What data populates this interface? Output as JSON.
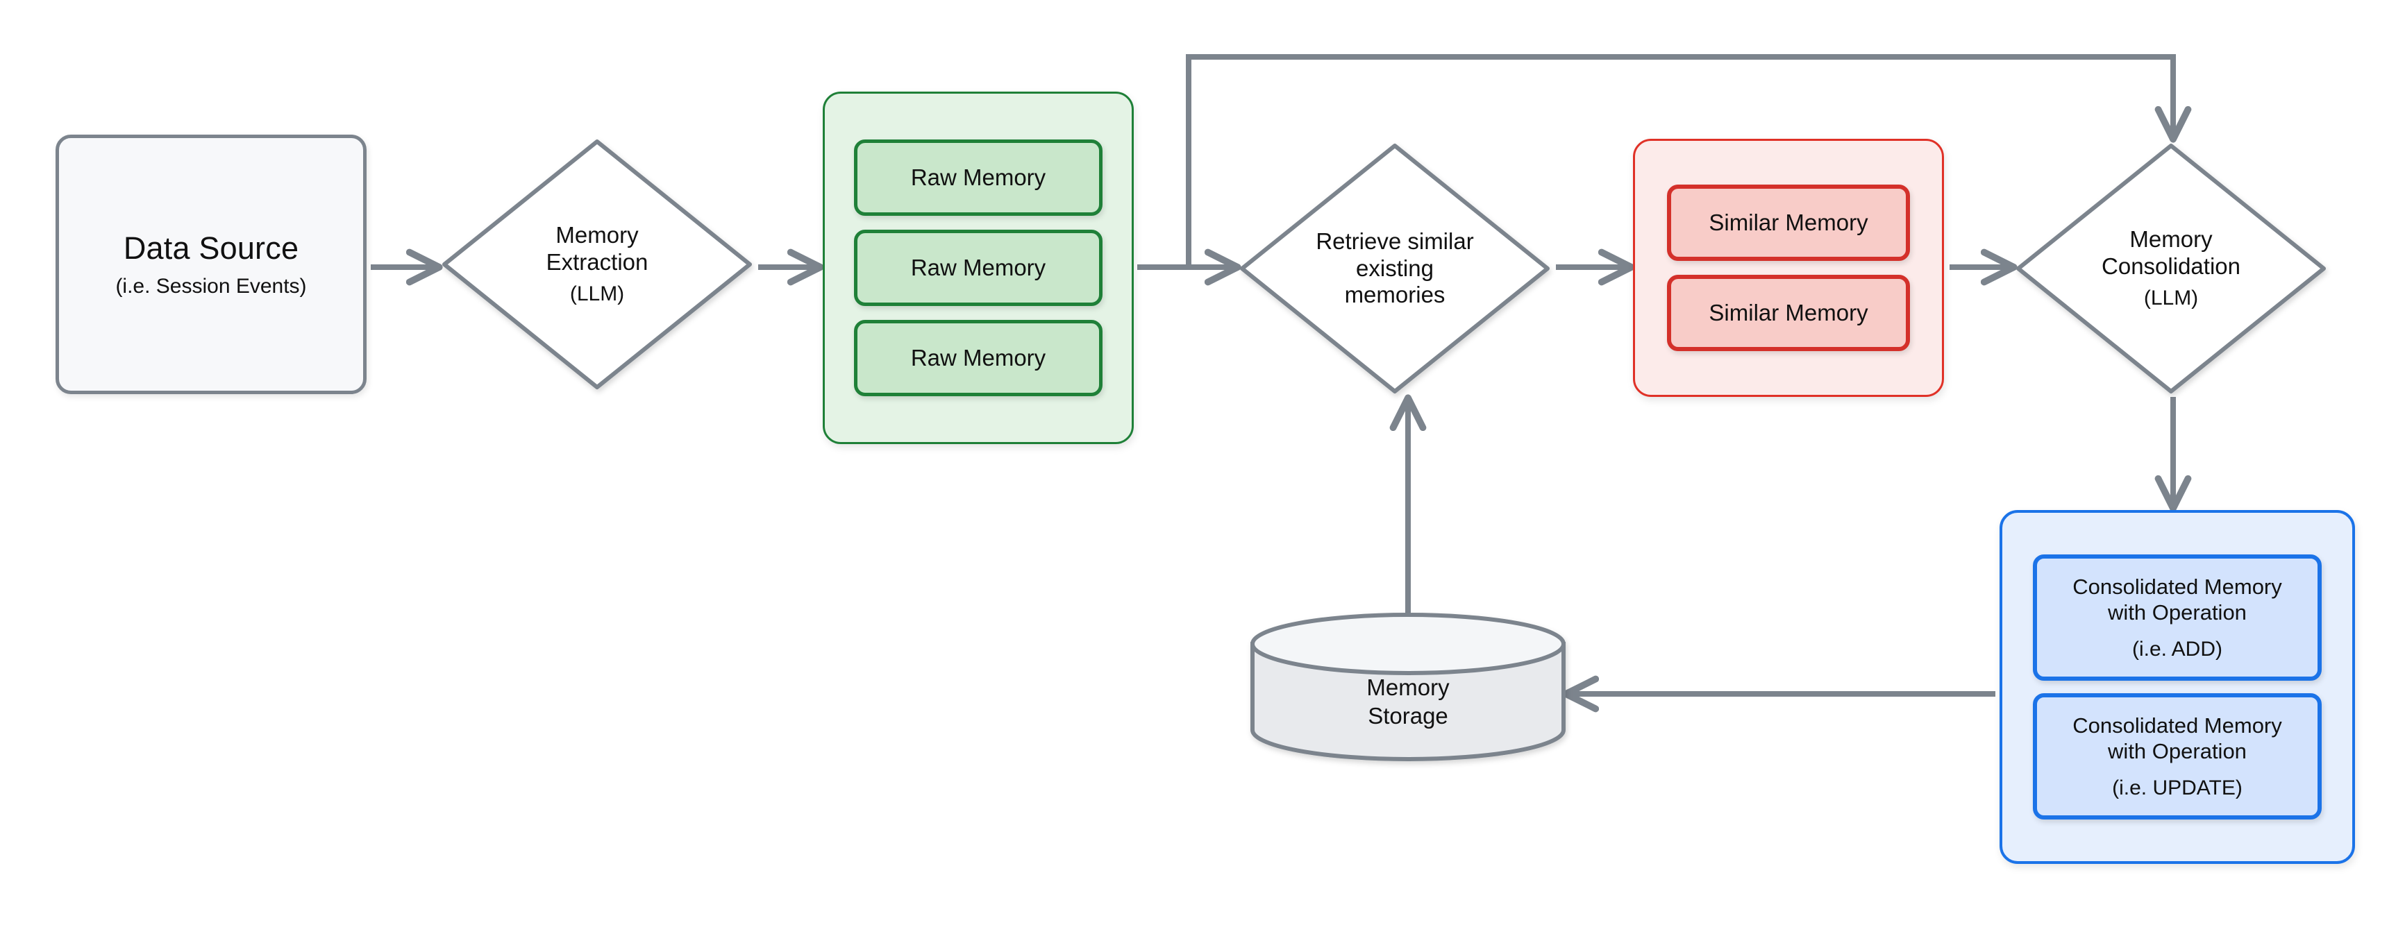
{
  "diagram": {
    "title": "Memory pipeline flow diagram",
    "colors": {
      "stroke_gray": "#7c848d",
      "green_border": "#1f8038",
      "green_card_fill": "#c9e7cb",
      "green_group_fill": "#e4f3e5",
      "red_border": "#d4302a",
      "red_card_fill": "#f8ccc8",
      "red_group_fill": "#fcebea",
      "blue_border": "#1b73e8",
      "blue_card_fill": "#d3e3fd",
      "blue_group_fill": "#e6effd",
      "box_fill": "#f7f8fa",
      "cylinder_fill": "#e8eaed",
      "text": "#111111",
      "canvas": "#ffffff"
    }
  },
  "data_source": {
    "title": "Data Source",
    "subtitle": "(i.e. Session Events)"
  },
  "memory_extraction": {
    "title": "Memory",
    "title2": "Extraction",
    "subtitle": "(LLM)"
  },
  "raw_memory_group": {
    "cards": [
      {
        "label": "Raw Memory"
      },
      {
        "label": "Raw Memory"
      },
      {
        "label": "Raw Memory"
      }
    ]
  },
  "retrieve": {
    "line1": "Retrieve similar",
    "line2": "existing",
    "line3": "memories"
  },
  "similar_memory_group": {
    "cards": [
      {
        "label": "Similar Memory"
      },
      {
        "label": "Similar Memory"
      }
    ]
  },
  "memory_consolidation": {
    "title": "Memory",
    "title2": "Consolidation",
    "subtitle": "(LLM)"
  },
  "consolidated_group": {
    "cards": [
      {
        "line1": "Consolidated Memory",
        "line2": "with Operation",
        "operation": "(i.e. ADD)"
      },
      {
        "line1": "Consolidated Memory",
        "line2": "with Operation",
        "operation": "(i.e. UPDATE)"
      }
    ]
  },
  "memory_storage": {
    "line1": "Memory",
    "line2": "Storage"
  },
  "edges": [
    {
      "name": "data-source-to-memory-extraction",
      "from": "Data Source",
      "to": "Memory Extraction"
    },
    {
      "name": "memory-extraction-to-raw-memory",
      "from": "Memory Extraction",
      "to": "Raw Memory group"
    },
    {
      "name": "raw-memory-to-retrieve",
      "from": "Raw Memory group",
      "to": "Retrieve similar existing memories"
    },
    {
      "name": "retrieve-to-similar-memory",
      "from": "Retrieve similar existing memories",
      "to": "Similar Memory group"
    },
    {
      "name": "similar-memory-to-consolidation",
      "from": "Similar Memory group",
      "to": "Memory Consolidation"
    },
    {
      "name": "raw-memory-feedback-to-consolidation",
      "from": "Raw Memory branch",
      "to": "Memory Consolidation (top)"
    },
    {
      "name": "consolidation-to-consolidated-group",
      "from": "Memory Consolidation",
      "to": "Consolidated Memory group"
    },
    {
      "name": "consolidated-group-to-memory-storage",
      "from": "Consolidated Memory group",
      "to": "Memory Storage"
    },
    {
      "name": "memory-storage-to-retrieve",
      "from": "Memory Storage",
      "to": "Retrieve similar existing memories"
    }
  ]
}
